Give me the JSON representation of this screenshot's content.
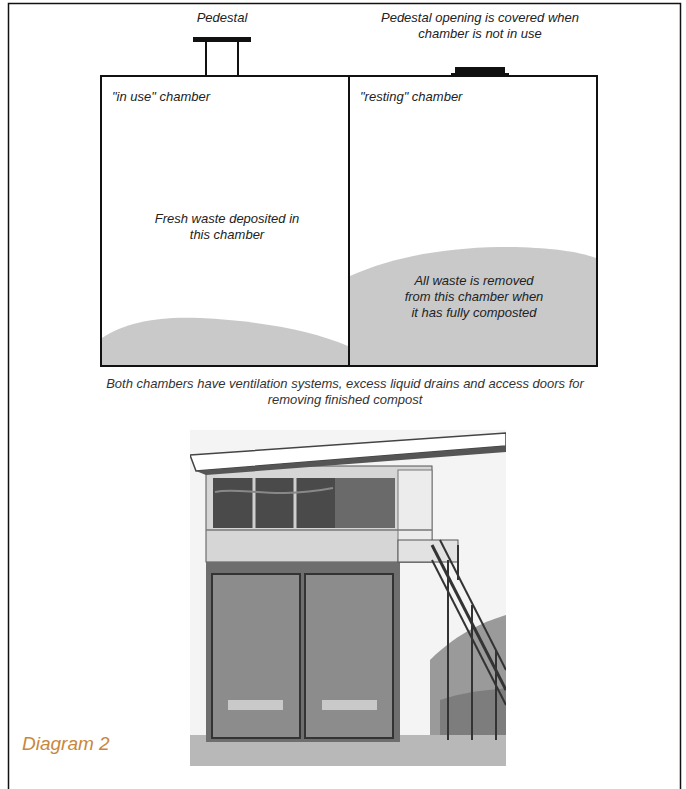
{
  "diagram": {
    "caption": "Diagram 2",
    "nodes": [
      {
        "text": [
          "\"in use\" chamber",
          "Fresh waste deposited in this chamber"
        ]
      },
      {
        "text": [
          "\"resting\" chamber",
          "All waste is removed from this chamber when it has fully composted"
        ]
      }
    ],
    "labels": [
      "Pedestal",
      "Pedestal opening is covered when chamber is not in use",
      "Both chambers have ventilation systems, excess liquid drains and access doors for removing finished compost"
    ]
  }
}
